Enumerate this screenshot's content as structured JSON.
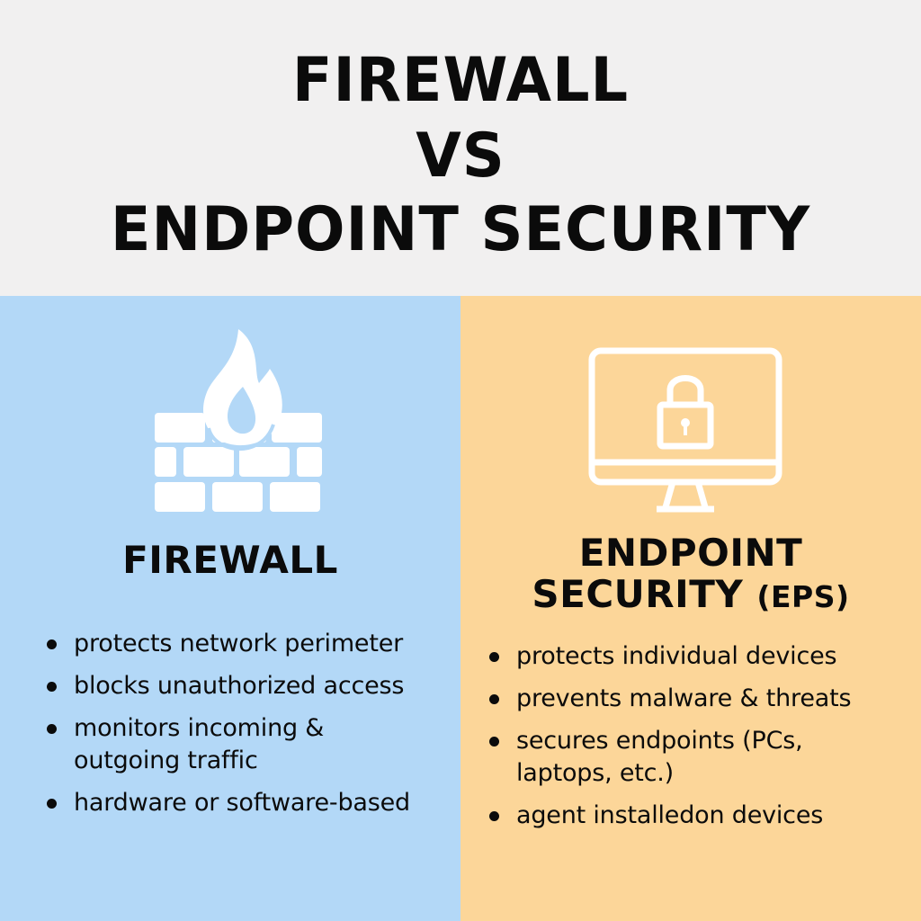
{
  "header": {
    "title_line1": "FIREWALL",
    "title_line2": "VS",
    "title_line3": "ENDPOINT SECURITY",
    "background": "#f1f0f0"
  },
  "left_panel": {
    "background": "#b3d8f7",
    "icon": "firewall-brick-flame-icon",
    "title": "FIREWALL",
    "bullets": [
      "protects network perimeter",
      "blocks unauthorized access",
      "monitors incoming & outgoing traffic",
      "hardware or software-based"
    ]
  },
  "right_panel": {
    "background": "#fcd699",
    "icon": "monitor-lock-icon",
    "title_line1": "ENDPOINT",
    "title_line2": "SECURITY",
    "title_suffix": "(EPS)",
    "bullets": [
      "protects individual devices",
      "prevents malware & threats",
      "secures endpoints (PCs, laptops, etc.)",
      "agent installedon devices"
    ]
  }
}
